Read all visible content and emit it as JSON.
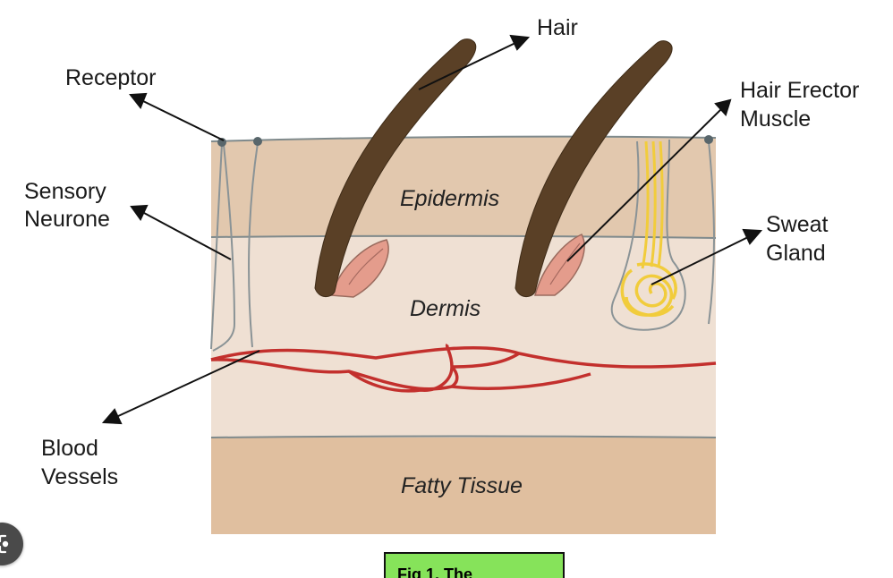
{
  "labels": {
    "hair": "Hair",
    "receptor": "Receptor",
    "hair_erector_line1": "Hair Erector",
    "hair_erector_line2": "Muscle",
    "sensory_line1": "Sensory",
    "sensory_line2": "Neurone",
    "sweat_line1": "Sweat",
    "sweat_line2": "Gland",
    "blood_line1": "Blood",
    "blood_line2": "Vessels"
  },
  "layers": {
    "epidermis": "Epidermis",
    "dermis": "Dermis",
    "fatty": "Fatty Tissue"
  },
  "caption": {
    "text": "Fig 1. The"
  },
  "badge": {
    "icon": "lens-icon"
  },
  "colors": {
    "epidermis": "#e2c8ae",
    "dermis": "#efe0d3",
    "fatty": "#e0bf9f",
    "hair": "#5a4026",
    "blood": "#c3302d",
    "muscle": "#e49c8c",
    "gland": "#f1cc3c",
    "caption_bg": "#86e35a"
  }
}
